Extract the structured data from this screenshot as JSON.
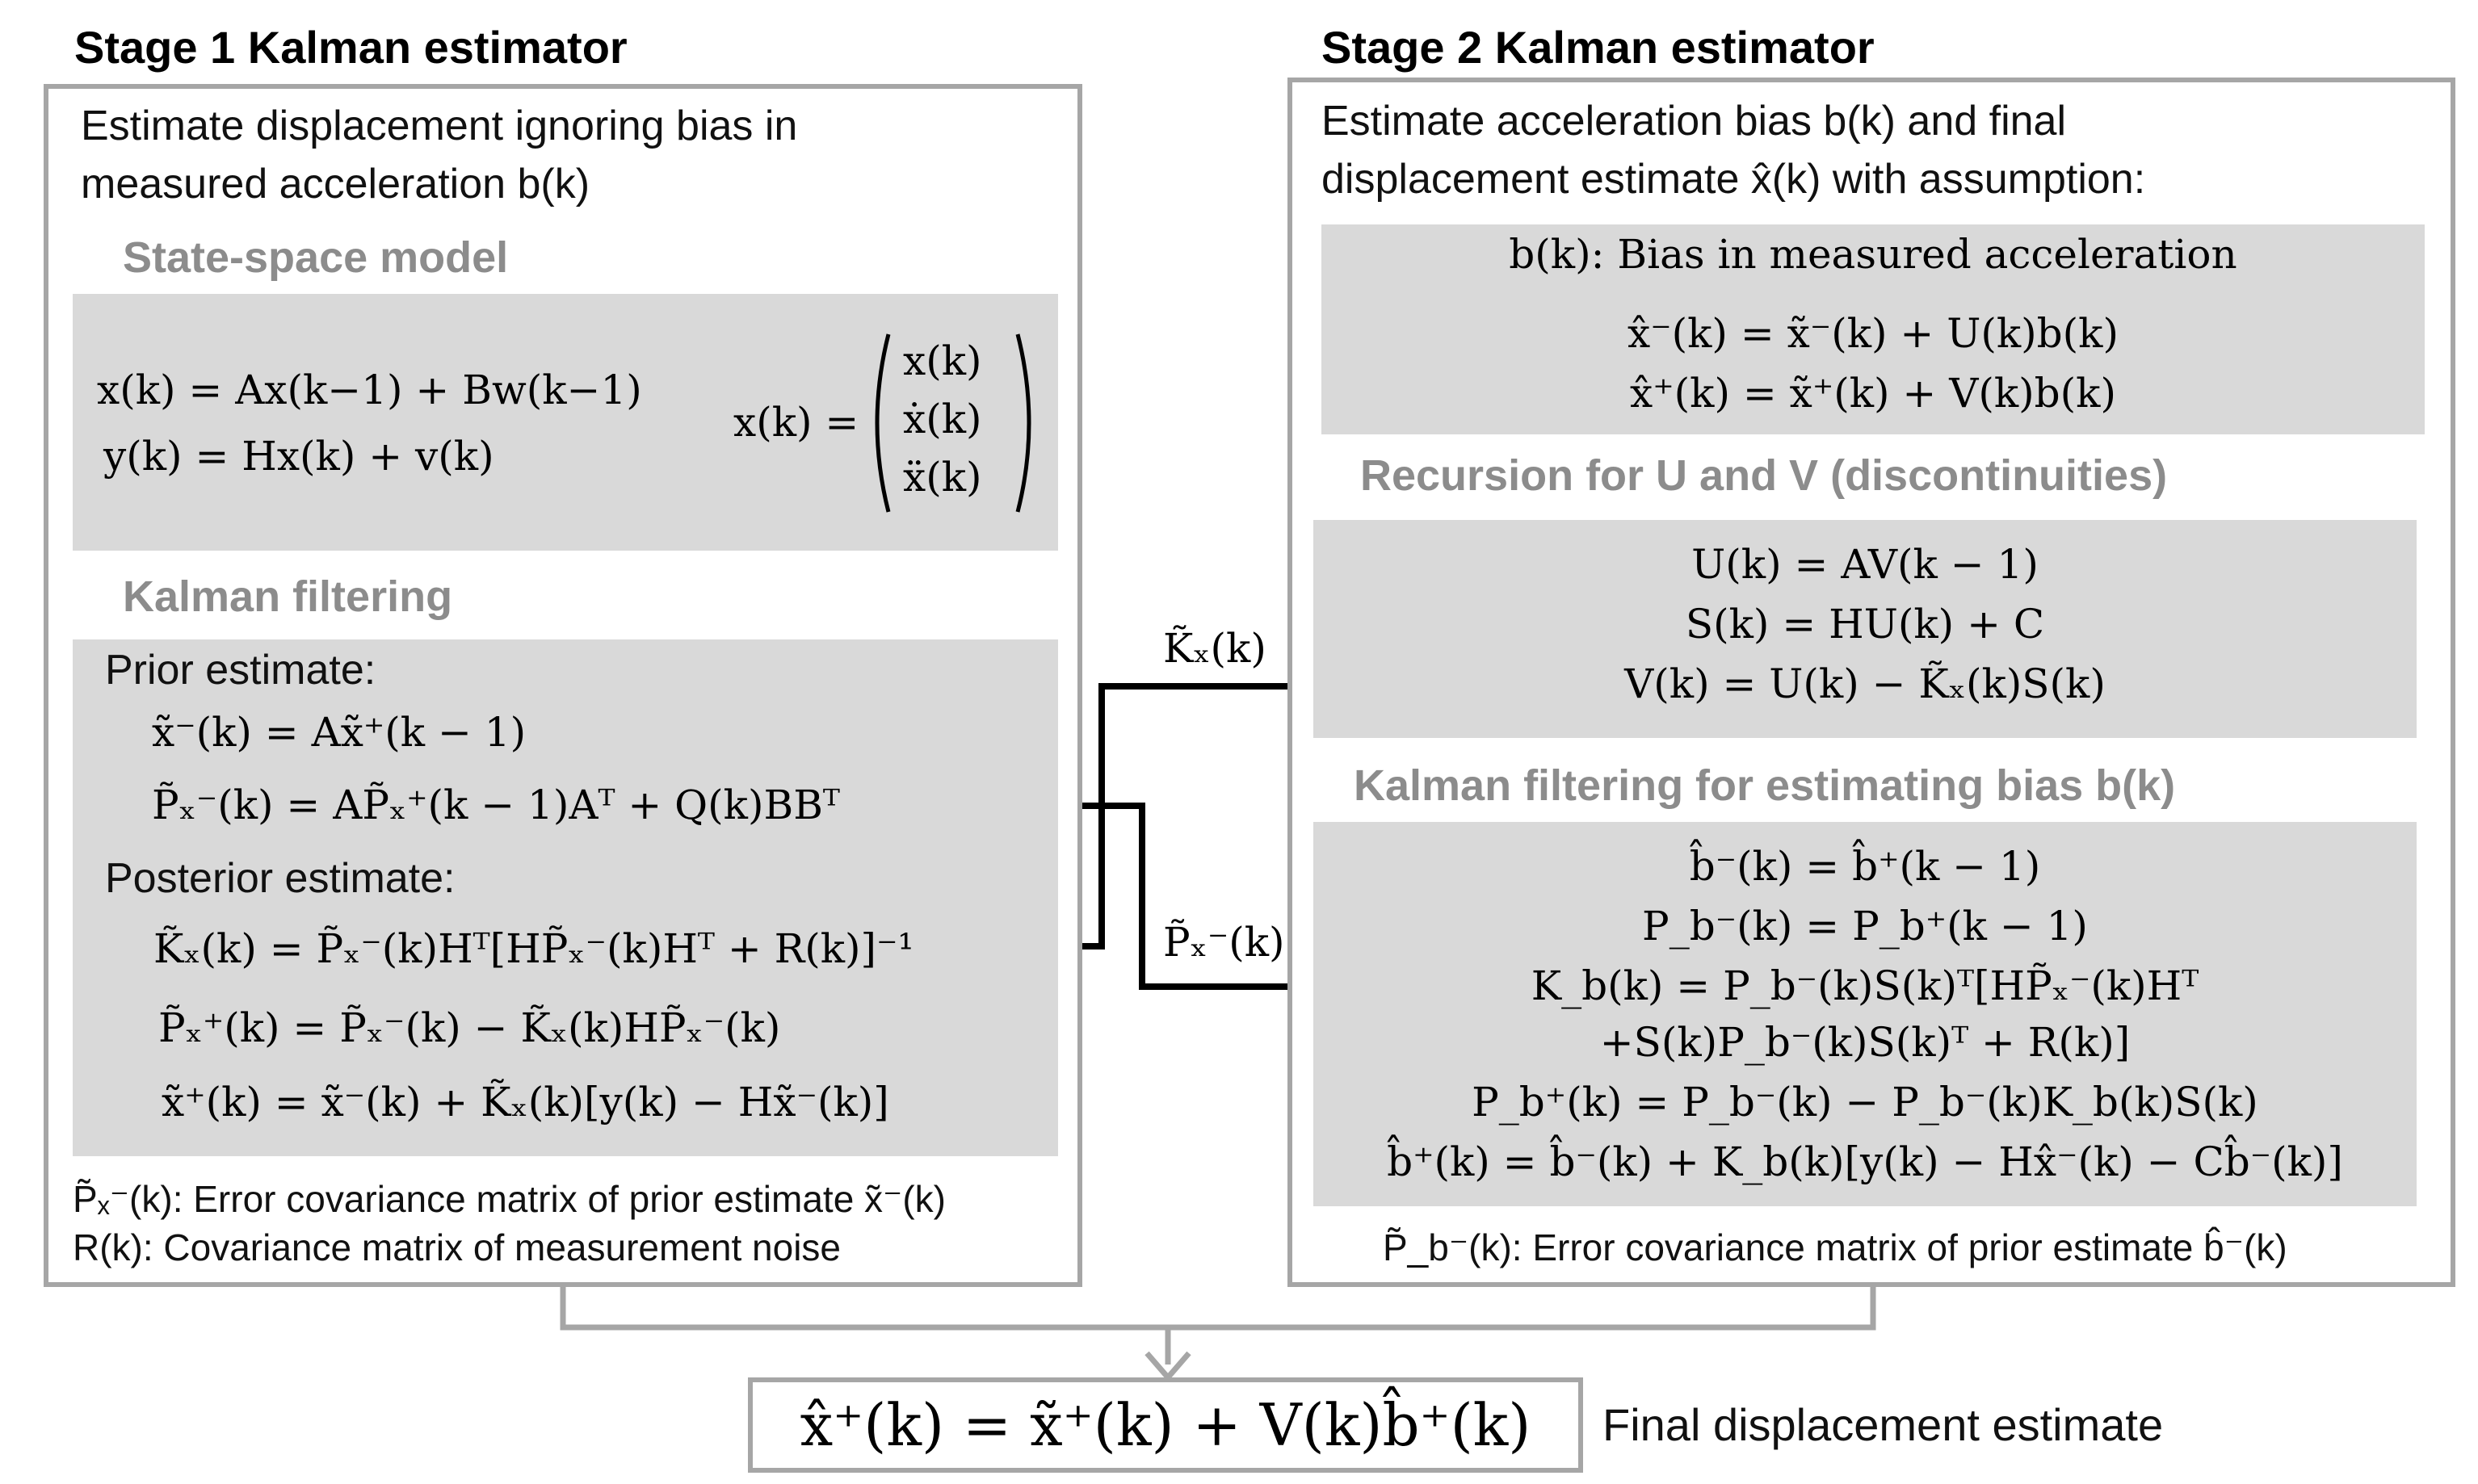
{
  "stage1": {
    "title": "Stage 1 Kalman estimator",
    "intro_line1": "Estimate displacement ignoring bias in",
    "intro_line2": "measured acceleration  b(k)",
    "state_space": {
      "title": "State-space model",
      "eq1": "x(k) = Ax(k−1) + Bw(k−1)",
      "eq2": "y(k) = Hx(k) + v(k)",
      "state_lhs": "x(k) =",
      "state_vec": [
        "x(k)",
        "ẋ(k)",
        "ẍ(k)"
      ]
    },
    "kalman": {
      "title": "Kalman filtering",
      "prior_label": "Prior estimate:",
      "prior_eq1": "x̃⁻(k) = Ax̃⁺(k − 1)",
      "prior_eq2": "P̃ₓ⁻(k) = AP̃ₓ⁺(k − 1)Aᵀ + Q(k)BBᵀ",
      "posterior_label": "Posterior estimate:",
      "post_eq1": "K̃ₓ(k) = P̃ₓ⁻(k)Hᵀ[HP̃ₓ⁻(k)Hᵀ + R(k)]⁻¹",
      "post_eq2": "P̃ₓ⁺(k) = P̃ₓ⁻(k) − K̃ₓ(k)HP̃ₓ⁻(k)",
      "post_eq3": "x̃⁺(k) = x̃⁻(k) + K̃ₓ(k)[y(k) − Hx̃⁻(k)]"
    },
    "note1": "P̃ₓ⁻(k): Error covariance matrix of prior estimate x̃⁻(k)",
    "note2": "R(k): Covariance matrix of measurement noise"
  },
  "stage2": {
    "title": "Stage 2 Kalman estimator",
    "intro_line1": "Estimate acceleration bias b(k) and final",
    "intro_line2": "displacement estimate x̂(k) with assumption:",
    "assumption": {
      "line1": "b(k): Bias in measured acceleration",
      "eq1": "x̂⁻(k) = x̃⁻(k) + U(k)b(k)",
      "eq2": "x̂⁺(k) = x̃⁺(k) + V(k)b(k)"
    },
    "recursion": {
      "title": "Recursion for U and V (discontinuities)",
      "eq1": "U(k) = AV(k − 1)",
      "eq2": "S(k) = HU(k) + C",
      "eq3": "V(k) = U(k) − K̃ₓ(k)S(k)"
    },
    "bias_filter": {
      "title": "Kalman filtering for estimating bias b(k)",
      "eq1": "b̂⁻(k) = b̂⁺(k − 1)",
      "eq2": "P_b⁻(k) = P_b⁺(k − 1)",
      "eq3": "K_b(k) = P_b⁻(k)S(k)ᵀ[HP̃ₓ⁻(k)Hᵀ",
      "eq4": "+S(k)P_b⁻(k)S(k)ᵀ + R(k)]",
      "eq5": "P_b⁺(k) = P_b⁻(k) − P_b⁻(k)K_b(k)S(k)",
      "eq6": "b̂⁺(k) = b̂⁻(k) + K_b(k)[y(k) − Hx̂⁻(k) − Cb̂⁻(k)]"
    },
    "note": "P̃_b⁻(k): Error covariance matrix of prior estimate b̂⁻(k)"
  },
  "arrows": {
    "label_k": "K̃ₓ(k)",
    "label_p": "P̃ₓ⁻(k)"
  },
  "final": {
    "equation": "x̂⁺(k) = x̃⁺(k) + V(k)b̂⁺(k)",
    "label": "Final displacement estimate"
  }
}
